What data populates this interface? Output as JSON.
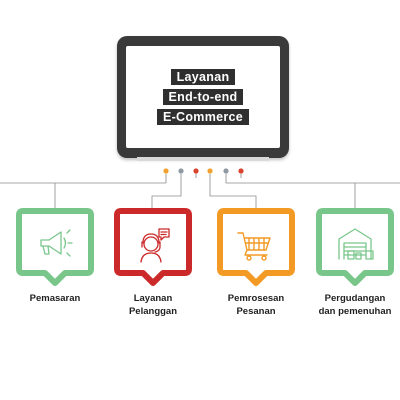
{
  "header": {
    "title_lines": [
      "Layanan",
      "End-to-end",
      "E-Commerce"
    ]
  },
  "colors": {
    "green": "#79c68b",
    "red": "#cc2a2a",
    "orange": "#f39a25",
    "connector": "#8a8a8a",
    "dot_orange": "#f0a030",
    "dot_gray": "#8f99a3",
    "dot_red": "#d8432e"
  },
  "services": [
    {
      "label_lines": [
        "Pemasaran"
      ],
      "color": "green",
      "icon": "megaphone-icon"
    },
    {
      "label_lines": [
        "Layanan",
        "Pelanggan"
      ],
      "color": "red",
      "icon": "customer-service-icon"
    },
    {
      "label_lines": [
        "Pemrosesan",
        "Pesanan"
      ],
      "color": "orange",
      "icon": "shopping-cart-icon"
    },
    {
      "label_lines": [
        "Pergudangan",
        "dan pemenuhan"
      ],
      "color": "green",
      "icon": "warehouse-icon"
    }
  ]
}
